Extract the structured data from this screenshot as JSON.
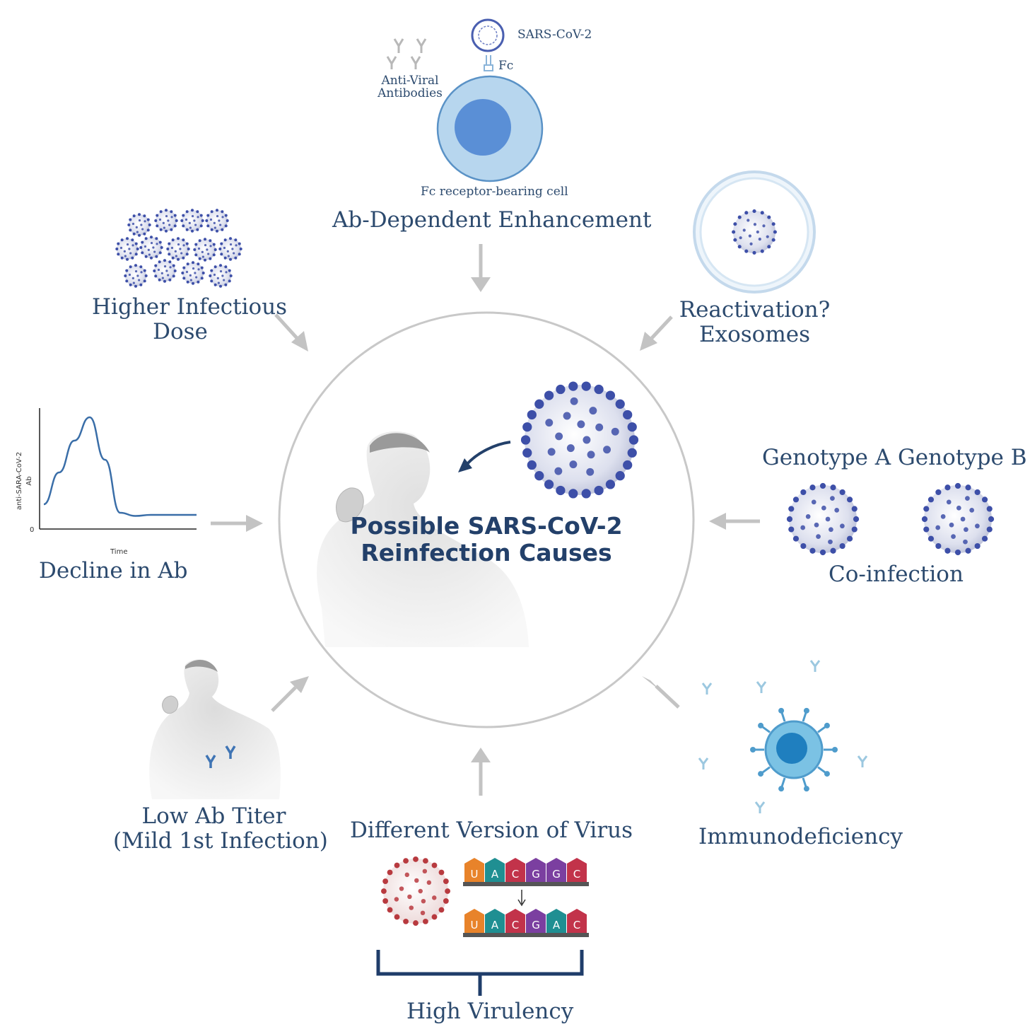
{
  "center": {
    "title_line1": "Possible SARS-CoV-2",
    "title_line2": "Reinfection Causes"
  },
  "ade": {
    "label": "Ab-Dependent Enhancement",
    "virus_label": "SARS-CoV-2",
    "fc_label": "Fc",
    "antibodies_label_line1": "Anti-Viral",
    "antibodies_label_line2": "Antibodies",
    "cell_label": "Fc receptor-bearing cell"
  },
  "higher_dose": {
    "label_line1": "Higher Infectious",
    "label_line2": "Dose"
  },
  "reactivation": {
    "label_line1": "Reactivation?",
    "label_line2": "Exosomes"
  },
  "decline": {
    "label": "Decline in Ab",
    "ylabel_line1": "anti-SARA-CoV-2",
    "ylabel_line2": "Ab",
    "xlabel": "Time",
    "origin": "0",
    "chart_data": {
      "type": "line",
      "x": [
        0,
        1,
        2,
        3,
        4,
        5,
        6,
        7,
        8,
        9,
        10
      ],
      "values": [
        0.18,
        0.48,
        0.78,
        1.0,
        0.6,
        0.1,
        0.07,
        0.08,
        0.08,
        0.08,
        0.08
      ],
      "xlabel": "Time",
      "ylabel": "anti-SARA-CoV-2 Ab"
    }
  },
  "coinfection": {
    "genotype_a": "Genotype A",
    "genotype_b": "Genotype B",
    "label": "Co-infection"
  },
  "low_titer": {
    "label_line1": "Low Ab Titer",
    "label_line2": "(Mild 1st Infection)"
  },
  "variant": {
    "label": "Different Version of Virus",
    "sequence_top": [
      "U",
      "A",
      "C",
      "G",
      "G",
      "C"
    ],
    "sequence_bottom": [
      "U",
      "A",
      "C",
      "G",
      "A",
      "C"
    ],
    "bracket_label": "High Virulency"
  },
  "immuno": {
    "label": "Immunodeficiency"
  },
  "colors": {
    "text": "#2c4a6e",
    "virus_blue": "#3d4fa8",
    "virus_red": "#b83a3f",
    "arrow": "#c3c3c3",
    "U": "#e8832a",
    "A": "#1f8f92",
    "C": "#c2334a",
    "G": "#7b3fa0"
  }
}
